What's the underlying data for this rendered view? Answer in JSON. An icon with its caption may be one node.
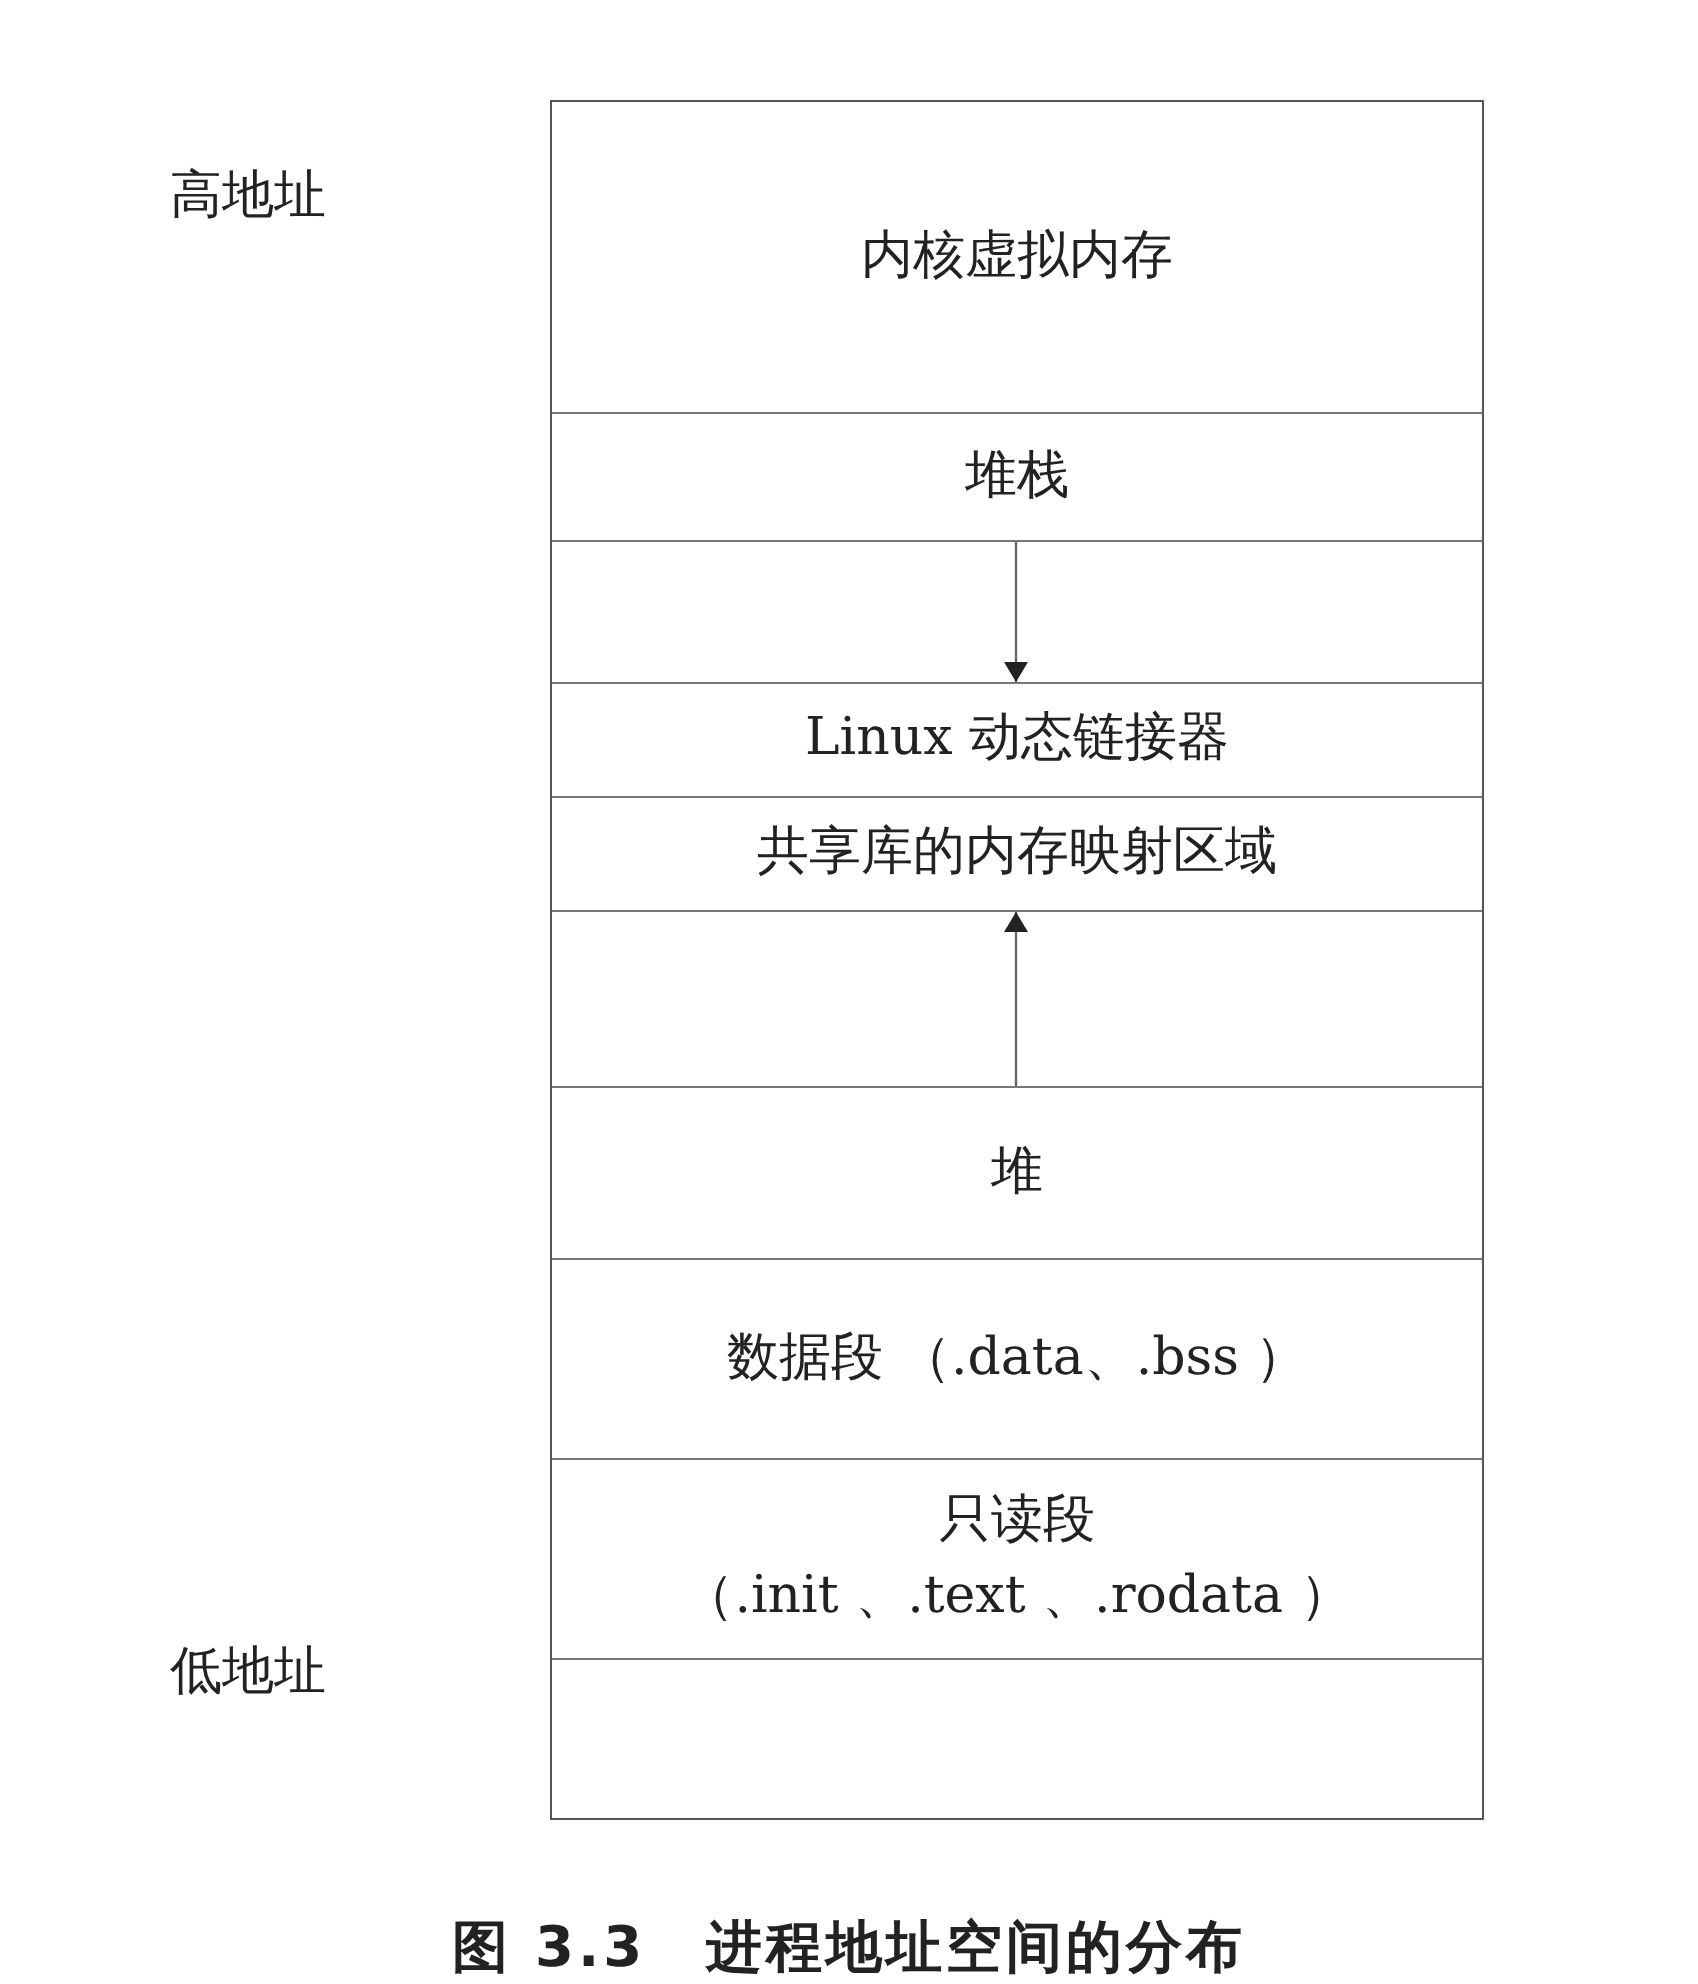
{
  "diagram": {
    "caption": "图 3.3　进程地址空间的分布",
    "nodes": [
      {
        "text": [
          "内核虚拟内存"
        ]
      },
      {
        "text": [
          "堆栈"
        ]
      },
      {
        "text": [
          "Linux 动态链接器"
        ]
      },
      {
        "text": [
          "共享库的内存映射区域"
        ]
      },
      {
        "text": [
          "堆"
        ]
      },
      {
        "text": [
          "数据段 （.data、.bss ）"
        ]
      },
      {
        "text": [
          "只读段",
          "（.init 、.text 、.rodata ）"
        ]
      },
      {
        "text": [],
        "shape": "box"
      }
    ],
    "edges": [
      {
        "from": 1,
        "to": 2,
        "arrow": "to"
      },
      {
        "from": 4,
        "to": 3,
        "arrow": "to"
      }
    ],
    "labels": [
      "高地址",
      "低地址"
    ]
  }
}
